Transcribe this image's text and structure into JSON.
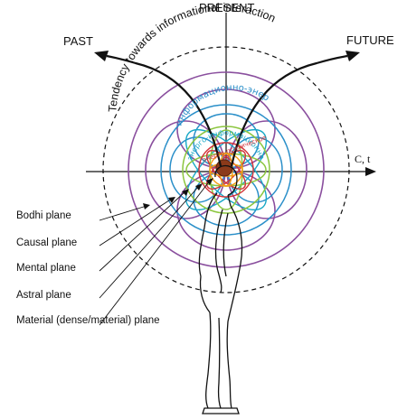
{
  "labels": {
    "present": "PRESENT",
    "past": "PAST",
    "future": "FUTURE",
    "axis": "C, t",
    "tendency": "Tendency towards informational interaction"
  },
  "planes": [
    "Bodhi plane",
    "Causal plane",
    "Mental plane",
    "Astral plane",
    "Material (dense/material) plane"
  ],
  "inner_texts": {
    "informational": "информационно-энер",
    "energy_informational": "энерго-информационно",
    "energy_psychic": "энерго-психическое"
  },
  "colors": {
    "ink": "#111111",
    "purple": "#8a4f9e",
    "blue": "#2a8fc9",
    "cyan": "#19a9c6",
    "green": "#8cc63f",
    "red": "#d2343a",
    "orange": "#f39c12",
    "core": "#8b3a1a"
  }
}
